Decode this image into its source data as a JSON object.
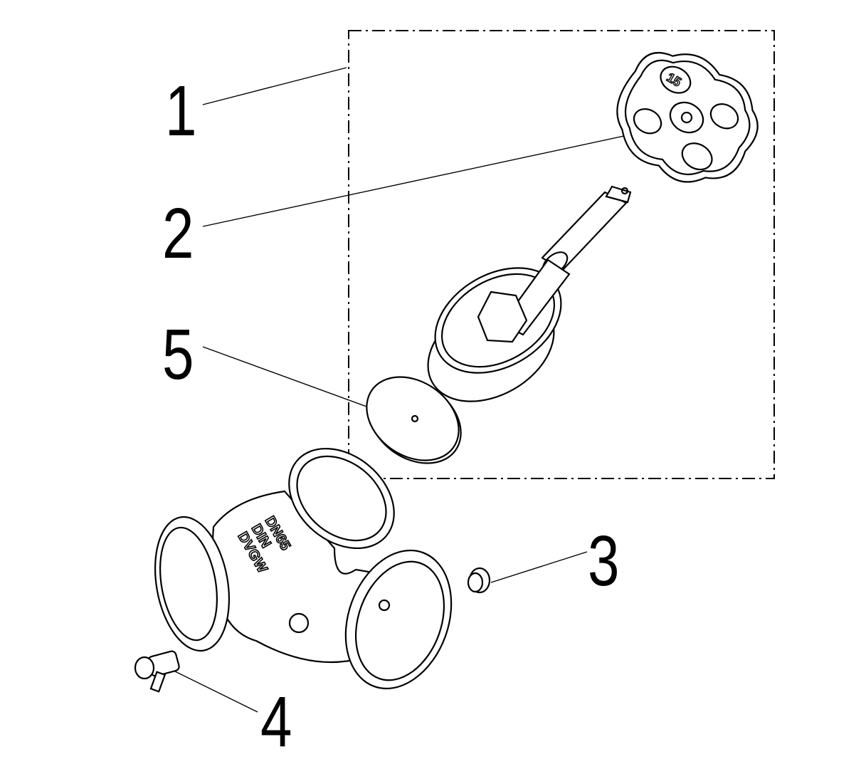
{
  "callouts": {
    "c1": "1",
    "c2": "2",
    "c3": "3",
    "c4": "4",
    "c5": "5"
  },
  "body_marking": {
    "line1": "DN65",
    "line2": "DIN",
    "line3": "DVGW"
  },
  "handwheel_marking": {
    "number": "15"
  }
}
